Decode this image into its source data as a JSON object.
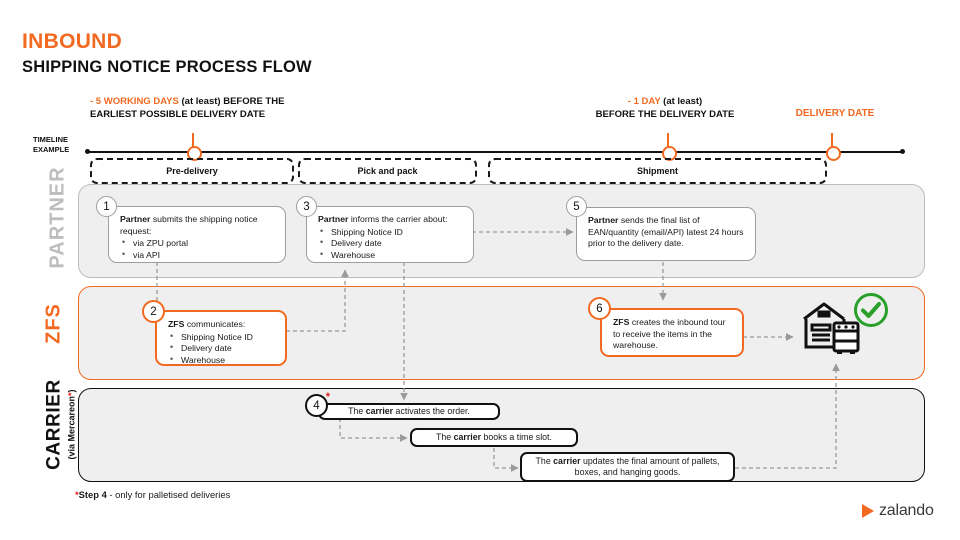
{
  "header": {
    "eyebrow": "INBOUND",
    "title": "SHIPPING NOTICE PROCESS FLOW"
  },
  "timeline": {
    "axis_label": "TIMELINE\nEXAMPLE",
    "axis_label_line1": "TIMELINE",
    "axis_label_line2": "EXAMPLE",
    "callouts": [
      {
        "accent": "- 5 WORKING DAYS",
        "rest": " (at least) BEFORE THE",
        "line2": "EARLIEST POSSIBLE DELIVERY DATE"
      },
      {
        "accent": "-  1 DAY",
        "rest": " (at least)",
        "line2": "BEFORE THE DELIVERY DATE"
      },
      {
        "accent": "DELIVERY DATE",
        "rest": "",
        "line2": ""
      }
    ],
    "phases": [
      {
        "label": "Pre-delivery"
      },
      {
        "label": "Pick and pack"
      },
      {
        "label": "Shipment"
      }
    ],
    "marker_color": "#F26A21"
  },
  "lanes": [
    {
      "id": "partner",
      "label": "PARTNER",
      "color": "#bdbdbd"
    },
    {
      "id": "zfs",
      "label": "ZFS",
      "color": "#F26A21"
    },
    {
      "id": "carrier",
      "label": "CARRIER",
      "sublabel": "(via Mercareon",
      "sublabel_star": "*",
      "sublabel_end": ")",
      "color": "#111111"
    }
  ],
  "steps": {
    "s1": {
      "number": "1",
      "lead_bold": "Partner",
      "lead_rest": " submits the shipping notice request:",
      "bullets": [
        "via ZPU portal",
        "via API"
      ]
    },
    "s3": {
      "number": "3",
      "lead_bold": "Partner",
      "lead_rest": " informs the carrier about:",
      "bullets": [
        "Shipping Notice ID",
        "Delivery date",
        "Warehouse"
      ]
    },
    "s5": {
      "number": "5",
      "lead_bold": "Partner",
      "lead_rest": " sends the final list of EAN/quantity (email/API) latest 24 hours prior to the delivery date.",
      "bullets": []
    },
    "s2": {
      "number": "2",
      "lead_bold": "ZFS",
      "lead_rest": " communicates:",
      "bullets": [
        "Shipping Notice ID",
        "Delivery date",
        "Warehouse"
      ]
    },
    "s6": {
      "number": "6",
      "lead_bold": "ZFS",
      "lead_rest": " creates the inbound tour to receive the items in the warehouse.",
      "bullets": []
    },
    "s4": {
      "number": "4",
      "asterisk": "*",
      "pre": "The ",
      "bold": "carrier",
      "post": " activates the order."
    },
    "s7": {
      "pre": "The ",
      "bold": "carrier",
      "post": " books a time slot."
    },
    "s8": {
      "pre": "The ",
      "bold": "carrier",
      "post": " updates the final amount of pallets, boxes, and hanging goods."
    }
  },
  "icons": {
    "warehouse": "warehouse-truck-icon",
    "check": "check-circle-icon",
    "check_color": "#2aa02a"
  },
  "footer": {
    "star": "*",
    "step_bold": "Step 4",
    "note": " - only for palletised deliveries",
    "brand": "zalando"
  }
}
